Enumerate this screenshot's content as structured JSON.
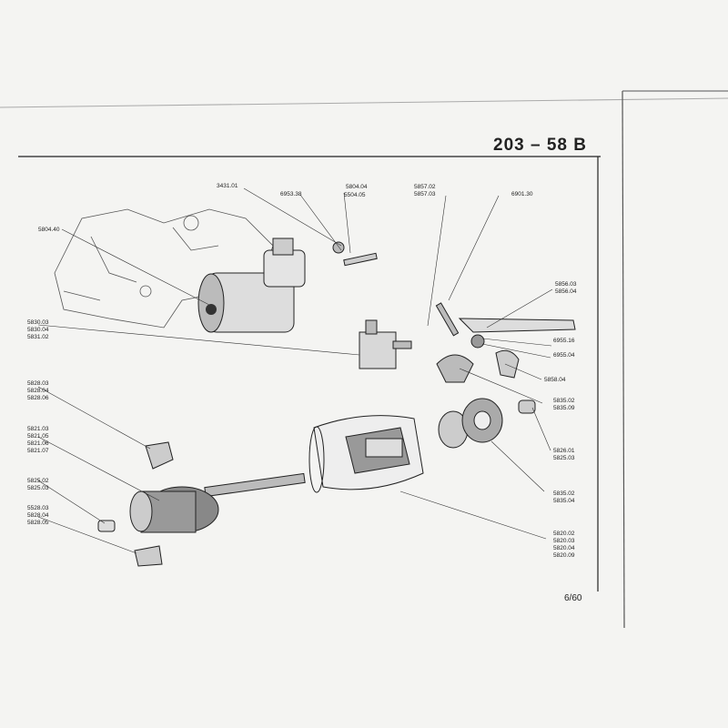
{
  "header": {
    "title": "203 – 58 B"
  },
  "footer": {
    "page": "6/60"
  },
  "callouts": {
    "c1": "3431.01",
    "c2": "6953.38",
    "c3a": "5804.04",
    "c3b": "5504.05",
    "c4a": "5857.02",
    "c4b": "5857.03",
    "c5": "6901.30",
    "c6": "5804.40",
    "c7a": "5830.03",
    "c7b": "5830.04",
    "c7c": "5831.02",
    "c8a": "5856.03",
    "c8b": "5856.04",
    "c9a": "6955.16",
    "c9b": "6955.04",
    "c10": "5858.04",
    "c11a": "5828.03",
    "c11b": "5828.04",
    "c11c": "5828.06",
    "c12a": "5835.02",
    "c12b": "5835.09",
    "c13a": "5821.03",
    "c13b": "5821.05",
    "c13c": "5821.06",
    "c13d": "5821.07",
    "c14a": "5826.01",
    "c14b": "5825.03",
    "c15a": "5825.02",
    "c15b": "5825.03",
    "c16a": "5835.02",
    "c16b": "5835.04",
    "c17a": "5528.03",
    "c17b": "5828.04",
    "c17c": "5828.05",
    "c18a": "5820.02",
    "c18b": "5820.03",
    "c18c": "5820.04",
    "c18d": "5820.09"
  },
  "colors": {
    "ink": "#222222",
    "paper": "#f4f4f2"
  }
}
